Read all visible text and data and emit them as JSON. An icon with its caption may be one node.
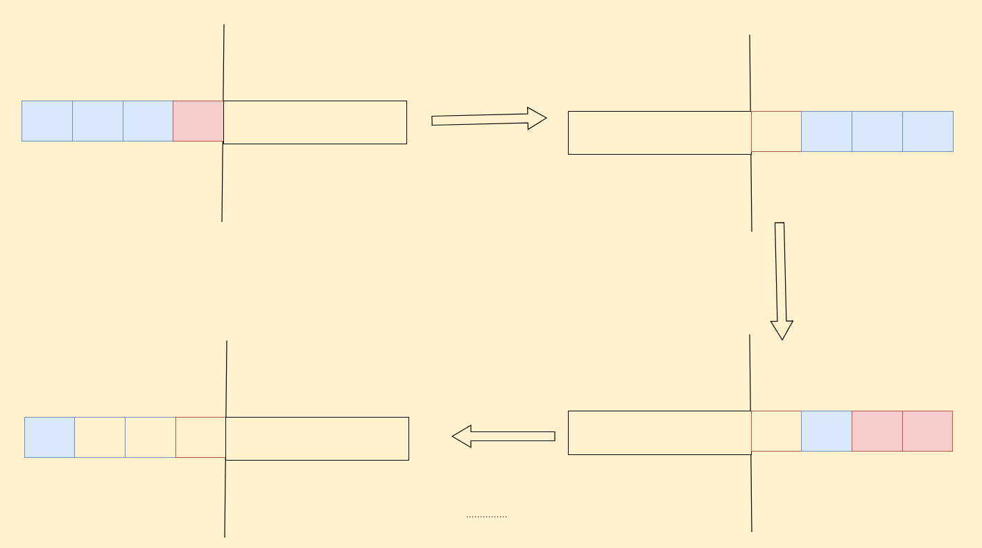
{
  "diagram": {
    "nodes": [
      {
        "text": [],
        "shape": "box"
      },
      {
        "text": [],
        "shape": "box"
      },
      {
        "text": [],
        "shape": "box"
      },
      {
        "text": [],
        "shape": "box"
      },
      {
        "text": [],
        "shape": "box"
      },
      {
        "text": [],
        "shape": "box"
      },
      {
        "text": [],
        "shape": "box"
      },
      {
        "text": [],
        "shape": "box"
      },
      {
        "text": [],
        "shape": "box"
      },
      {
        "text": [],
        "shape": "box"
      },
      {
        "text": [],
        "shape": "box"
      },
      {
        "text": [],
        "shape": "box"
      },
      {
        "text": [],
        "shape": "box"
      },
      {
        "text": [],
        "shape": "box"
      },
      {
        "text": [],
        "shape": "box"
      },
      {
        "text": [],
        "shape": "box"
      },
      {
        "text": [],
        "shape": "box"
      },
      {
        "text": [],
        "shape": "box"
      },
      {
        "text": [],
        "shape": "box"
      },
      {
        "text": [],
        "shape": "box"
      }
    ],
    "edges": [
      {
        "from": 4,
        "to": 5,
        "arrow": "to"
      },
      {
        "from": 5,
        "to": 15,
        "arrow": "to"
      },
      {
        "from": 15,
        "to": 14,
        "arrow": "to"
      }
    ]
  }
}
